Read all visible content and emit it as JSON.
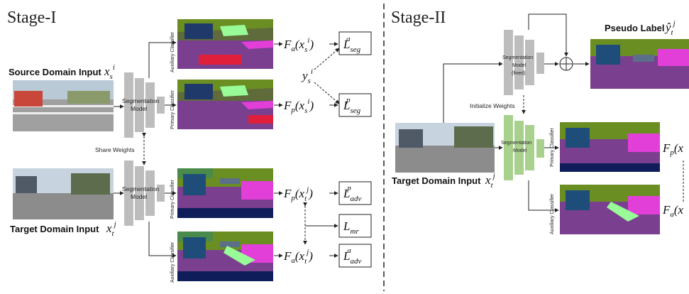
{
  "stage1": {
    "title": "Stage-I",
    "source_input": "Source Domain Input",
    "target_input": "Target Domain Input",
    "share_weights": "Share Weights",
    "model_label_1": "Segmentation",
    "model_label_2": "Model",
    "aux_classifier": "Auxiliary Classifier",
    "primary_classifier": "Primary Classifier",
    "outputs": {
      "fa_source": "F",
      "fp_source": "F",
      "fp_target": "F",
      "fa_target": "F"
    },
    "losses": {
      "seg_a": "L",
      "seg_p": "L",
      "adv_p": "L",
      "mr": "L",
      "adv_a": "L"
    }
  },
  "stage2": {
    "title": "Stage-II",
    "pseudo_label": "Pseudo Label",
    "target_input": "Target Domain Input",
    "initialize_weights": "Initialize Weights",
    "model_fixed_1": "Segmentation",
    "model_fixed_2": "Model",
    "model_fixed_3": "(fixed)",
    "model_label_1": "Segmentation",
    "model_label_2": "Model",
    "primary_classifier": "Primary Classifier",
    "aux_classifier": "Auxiliary Classifier"
  },
  "colors": {
    "block_gray": "#bdbdbd",
    "block_green": "#a9d18e",
    "road": "#7a3f8f",
    "sidewalk": "#e23ed8",
    "vegetation": "#6b8e23",
    "sky": "#4682b4",
    "building": "#6e6e6e",
    "car": "#0f1e5a",
    "light_green": "#98fb98",
    "red": "#e0203a"
  }
}
